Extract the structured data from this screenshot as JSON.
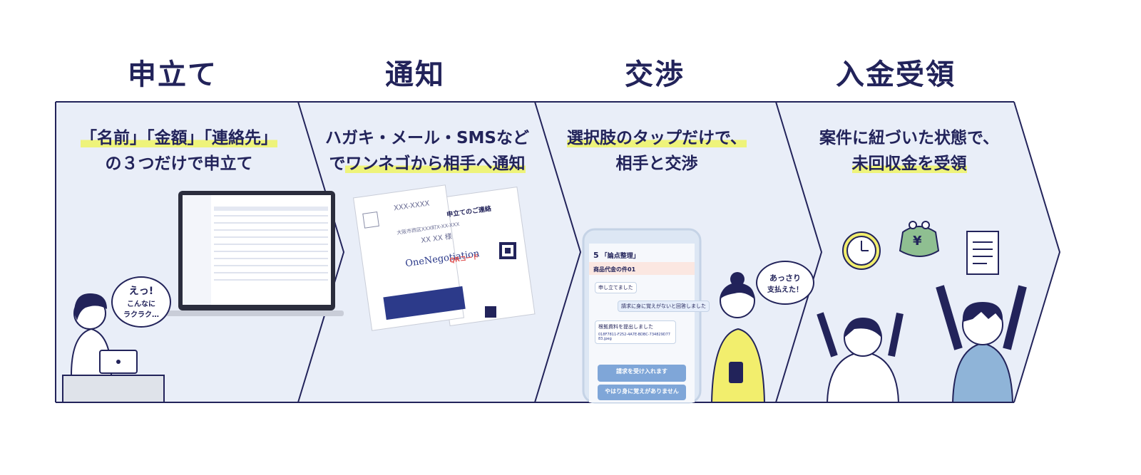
{
  "steps": [
    {
      "title": "申立て",
      "line1_hl": "「名前」「金額」「連絡先」",
      "line2": "の３つだけで申立て"
    },
    {
      "title": "通知",
      "line1": "ハガキ・メール・SMSなど",
      "line2_pre": "で",
      "line2_hl": "ワンネゴから相手へ通知"
    },
    {
      "title": "交渉",
      "line1_hl": "選択肢のタップだけで、",
      "line2": "相手と交渉"
    },
    {
      "title": "入金受領",
      "line1": "案件に紐づいた状態で、",
      "line2_hl": "未回収金を受領"
    }
  ],
  "bubbles": {
    "step1_a": "えっ!",
    "step1_b": "こんなに",
    "step1_c": "ラクラク…",
    "step3_a": "あっさり",
    "step3_b": "支払えた！"
  },
  "postcard": {
    "code": "XXX-XXXX",
    "address": "大阪市西区XXX町X-XX-XXX",
    "recipient": "XX XX 様",
    "brand": "OneNegotiation",
    "notice_title": "申立てのご連絡",
    "qr_label": "QRコード"
  },
  "phone": {
    "step_no": "5",
    "header": "「論点整理」",
    "topic": "商品代金の件01",
    "msg1": "申し立てました",
    "msg2": "請求に身に覚えがないと回答しました",
    "msg3": "根拠資料を提出しました",
    "file": "018F7811-F252-4A7E-BDBC-734829D7783.jpeg",
    "btn_accept": "請求を受け入れます",
    "btn_deny": "やはり身に覚えがありません"
  },
  "icons": {
    "yen": "¥"
  },
  "colors": {
    "navy": "#22235a",
    "panel": "#e9eef8",
    "highlight": "#eef37a"
  }
}
